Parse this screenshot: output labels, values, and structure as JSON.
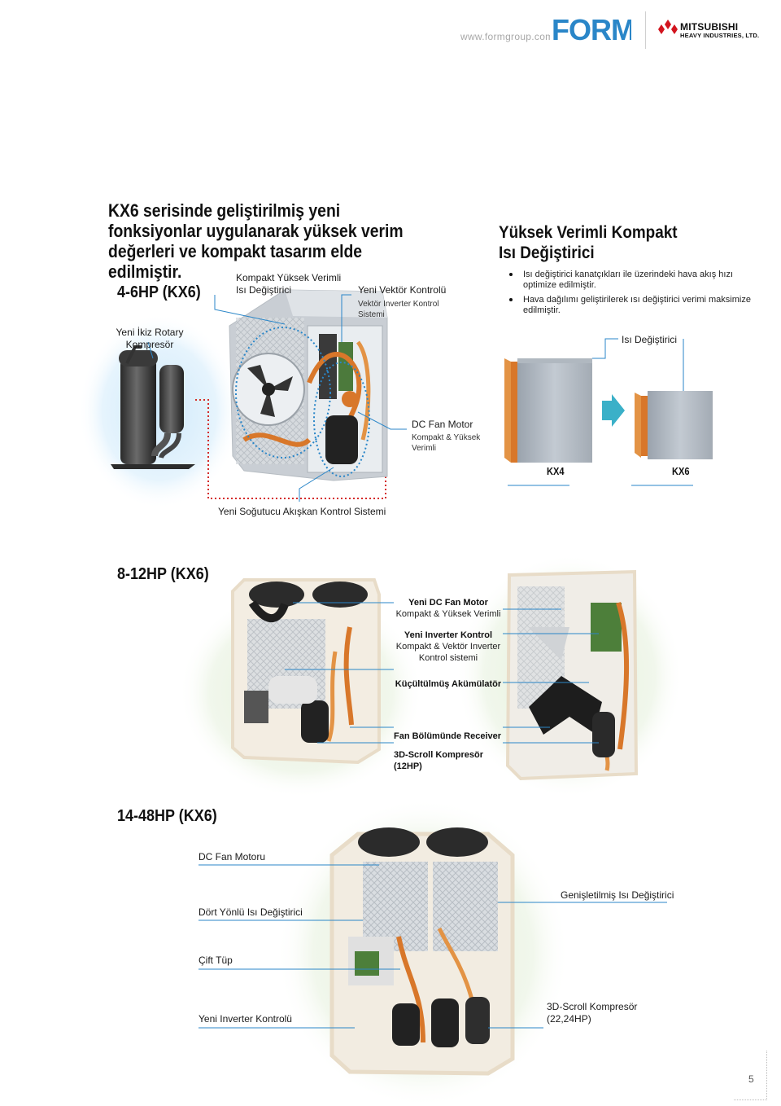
{
  "header": {
    "url": "www.formgroup.com",
    "form_logo_text": "FORM",
    "mhi_name": "MITSUBISHI",
    "mhi_sub": "HEAVY INDUSTRIES, LTD."
  },
  "headline": "KX6 serisinde geliştirilmiş yeni fonksiyonlar uygulanarak yüksek verim değerleri ve kompakt tasarım elde edilmiştir.",
  "section1": {
    "title": "4-6HP (KX6)",
    "label_compact_hx": [
      "Kompakt Yüksek Verimli",
      "Isı Değiştirici"
    ],
    "label_vector_title": "Yeni Vektör Kontrolü",
    "label_vector_sub": [
      "Vektör Inverter Kontrol",
      "Sistemi"
    ],
    "label_rotary": [
      "Yeni İkiz Rotary",
      "Kompresör"
    ],
    "label_fan_title": "DC Fan Motor",
    "label_fan_sub": [
      "Kompakt & Yüksek",
      "Verimli"
    ],
    "label_refrigerant": "Yeni Soğutucu Akışkan Kontrol Sistemi"
  },
  "right_panel": {
    "title": [
      "Yüksek Verimli Kompakt",
      "Isı Değiştirici"
    ],
    "bullets": [
      "Isı değiştirici kanatçıkları ile üzerindeki hava akış hızı optimize edilmiştir.",
      "Hava dağılımı geliştirilerek ısı değiştirici verimi maksimize edilmiştir."
    ],
    "hx_label": "Isı Değiştirici",
    "kx4": "KX4",
    "kx6": "KX6"
  },
  "section2": {
    "title": "8-12HP (KX6)",
    "fan_title": "Yeni DC Fan Motor",
    "fan_sub": "Kompakt & Yüksek Verimli",
    "inverter_title": "Yeni Inverter Kontrol",
    "inverter_sub": [
      "Kompakt & Vektör Inverter",
      "Kontrol sistemi"
    ],
    "accumulator": "Küçültülmüş Akümülatör",
    "receiver": "Fan Bölümünde Receiver",
    "scroll": [
      "3D-Scroll Kompresör",
      "(12HP)"
    ]
  },
  "section3": {
    "title": "14-48HP (KX6)",
    "dc_fan": "DC Fan Motoru",
    "four_way": "Dört Yönlü Isı Değiştirici",
    "twin_tube": "Çift Tüp",
    "inverter": "Yeni Inverter Kontrolü",
    "expanded_hx": "Genişletilmiş Isı Değiştirici",
    "scroll": [
      "3D-Scroll Kompresör",
      "(22,24HP)"
    ]
  },
  "page_number": "5",
  "colors": {
    "accent_blue": "#2a86c8",
    "copper": "#d8772a",
    "red_dotted": "#d42a2a",
    "frame": "#e8dcc8",
    "mhi_red": "#d2141e"
  }
}
